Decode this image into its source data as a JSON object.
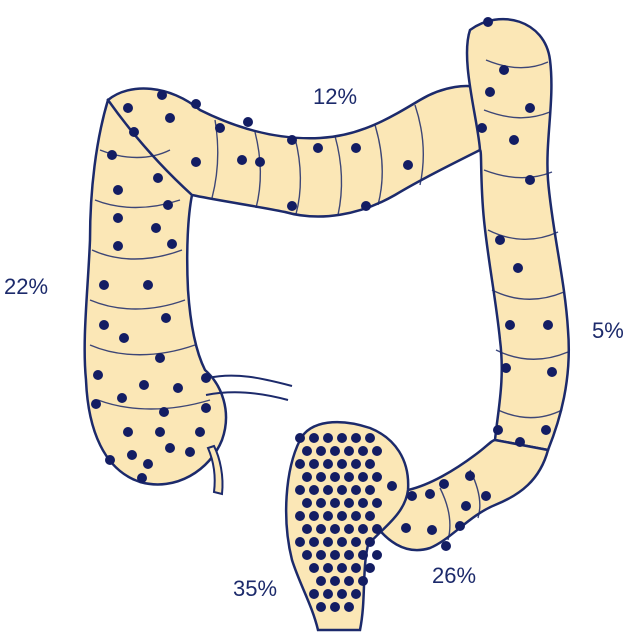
{
  "colors": {
    "tissue": "#fbe7b6",
    "tissue_highlight": "#fff3cf",
    "outline": "#1c2a6b",
    "dot": "#131d63",
    "background": "#ffffff"
  },
  "regions": [
    {
      "name": "transverse-colon",
      "percent": "12%"
    },
    {
      "name": "ascending-colon",
      "percent": "22%"
    },
    {
      "name": "descending-colon",
      "percent": "5%"
    },
    {
      "name": "rectum",
      "percent": "35%"
    },
    {
      "name": "sigmoid-colon",
      "percent": "26%"
    }
  ]
}
